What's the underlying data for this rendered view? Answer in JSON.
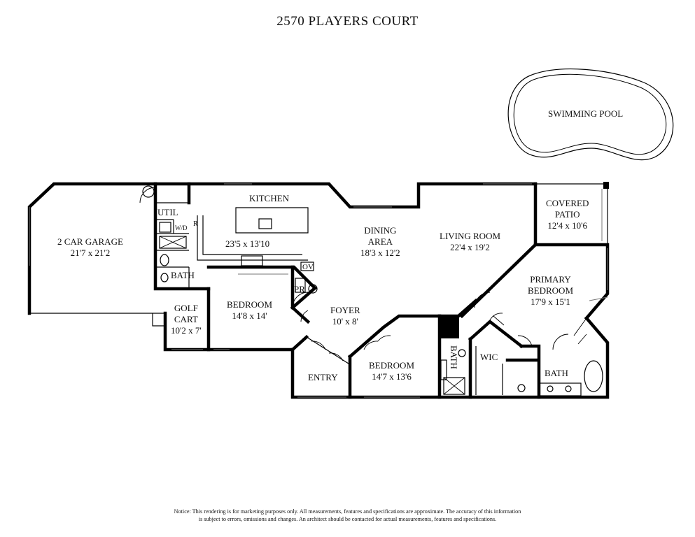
{
  "title": "2570 PLAYERS COURT",
  "rooms": {
    "swimming_pool": "SWIMMING POOL",
    "covered_patio": {
      "name_line1": "COVERED",
      "name_line2": "PATIO",
      "size": "12'4 x 10'6"
    },
    "kitchen": {
      "name": "KITCHEN",
      "size": "23'5 x 13'10"
    },
    "dining_area": {
      "name_line1": "DINING",
      "name_line2": "AREA",
      "size": "18'3 x 12'2"
    },
    "living_room": {
      "name": "LIVING ROOM",
      "size": "22'4 x 19'2"
    },
    "garage": {
      "name": "2 CAR GARAGE",
      "size": "21'7 x 21'2"
    },
    "util": "UTIL",
    "wd": "W/D",
    "refrigerator": "R",
    "oven": "OV",
    "bath_hall": "BATH",
    "powder_room": "PR",
    "golf_cart": {
      "name_line1": "GOLF",
      "name_line2": "CART",
      "size": "10'2 x 7'"
    },
    "bedroom_1": {
      "name": "BEDROOM",
      "size": "14'8 x 14'"
    },
    "foyer": {
      "name": "FOYER",
      "size": "10' x 8'"
    },
    "entry": "ENTRY",
    "bedroom_2": {
      "name": "BEDROOM",
      "size": "14'7 x 13'6"
    },
    "bath_2": "BATH",
    "wic": "WIC",
    "primary_bedroom": {
      "name_line1": "PRIMARY",
      "name_line2": "BEDROOM",
      "size": "17'9 x 15'1"
    },
    "primary_bath": "BATH"
  },
  "notice": {
    "line1": "Notice: This rendering is for marketing purposes only. All measurements, features and specifications are approximate. The accuracy of this information",
    "line2": "is subject to errors, omissions and changes. An architect should be contacted for actual measurements, features and specifications."
  }
}
